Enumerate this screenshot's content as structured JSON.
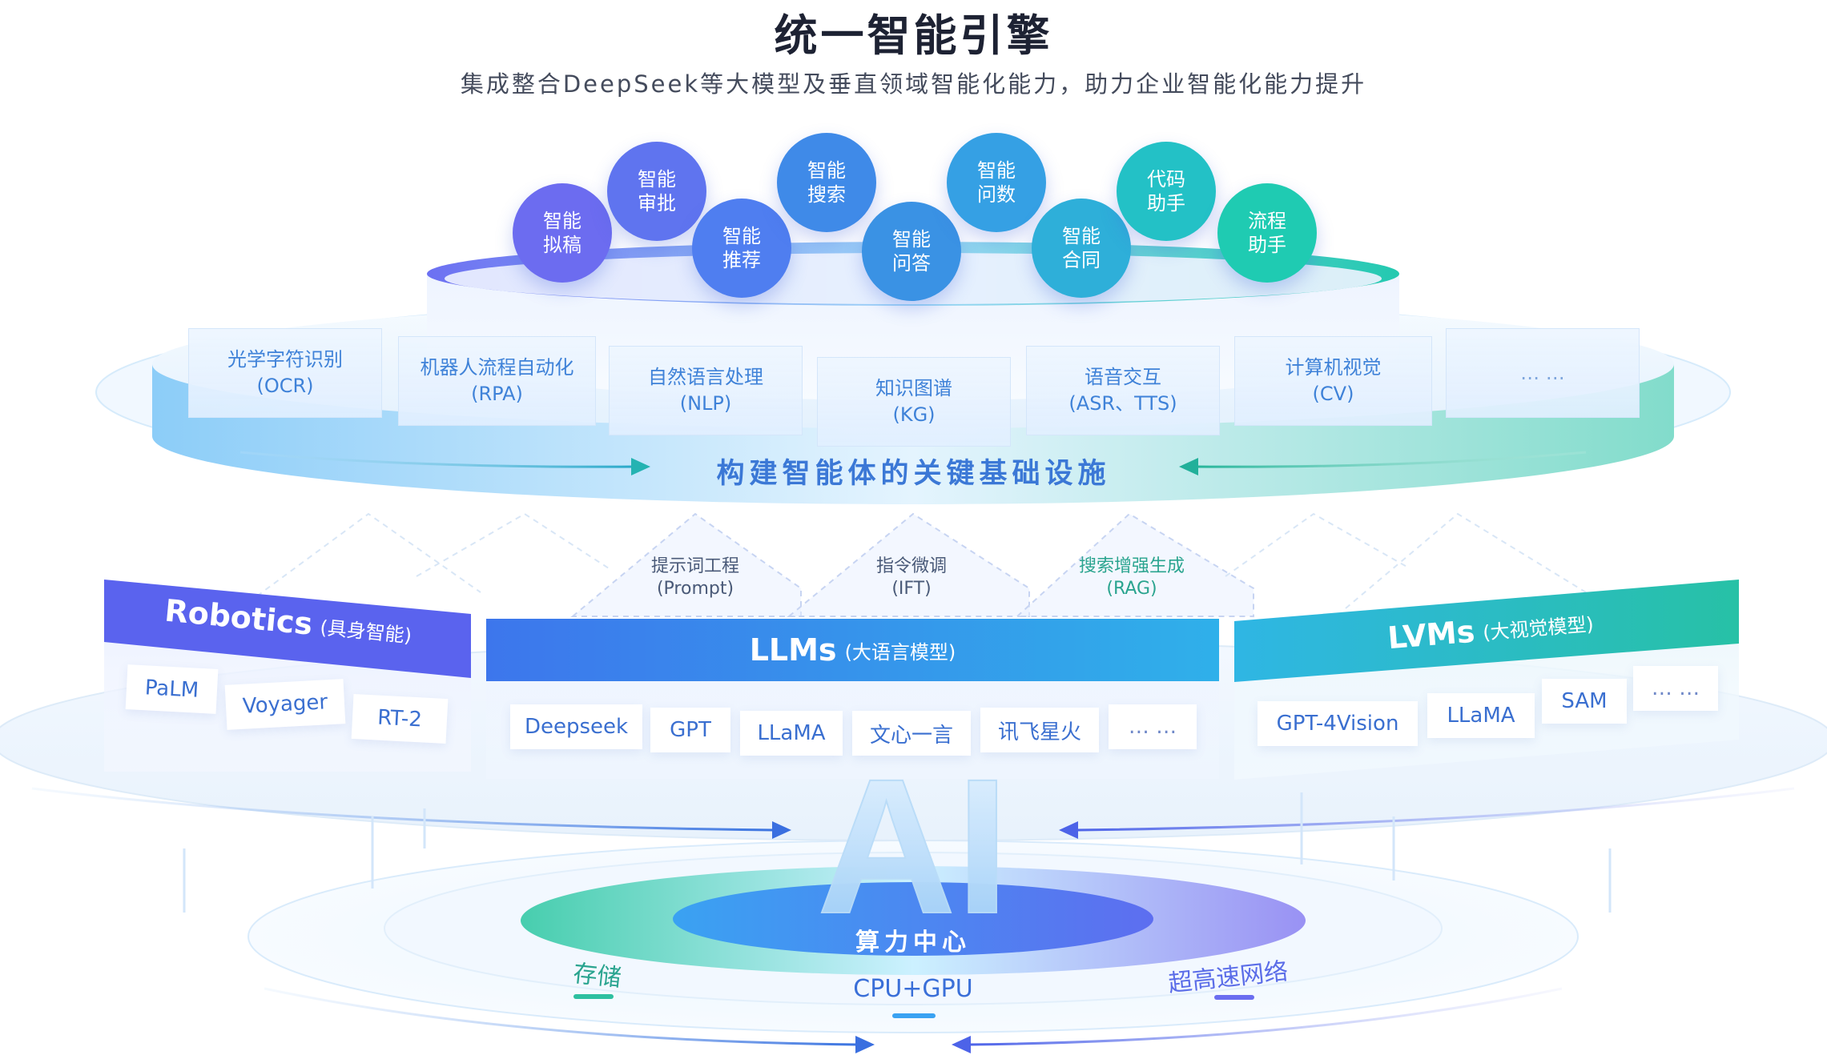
{
  "header": {
    "title": "统一智能引擎",
    "subtitle": "集成整合DeepSeek等大模型及垂直领域智能化能力，助力企业智能化能力提升"
  },
  "applications": [
    {
      "label": "智能\n拟稿",
      "color": "#6c6cf0"
    },
    {
      "label": "智能\n审批",
      "color": "#5f74ef"
    },
    {
      "label": "智能\n推荐",
      "color": "#4f7ef0"
    },
    {
      "label": "智能\n搜索",
      "color": "#3f8ae8"
    },
    {
      "label": "智能\n问答",
      "color": "#3a92e4"
    },
    {
      "label": "智能\n问数",
      "color": "#35a0e4"
    },
    {
      "label": "智能\n合同",
      "color": "#2eafd9"
    },
    {
      "label": "代码\n助手",
      "color": "#23c1c6"
    },
    {
      "label": "流程\n助手",
      "color": "#1fcbb2"
    }
  ],
  "capabilities": [
    {
      "label": "光学字符识别\n(OCR)"
    },
    {
      "label": "机器人流程自动化\n(RPA)"
    },
    {
      "label": "自然语言处理\n(NLP)"
    },
    {
      "label": "知识图谱\n(KG)"
    },
    {
      "label": "语音交互\n(ASR、TTS)"
    },
    {
      "label": "计算机视觉\n(CV)"
    },
    {
      "label": "… …"
    }
  ],
  "infrastructure": {
    "label": "构建智能体的关键基础设施"
  },
  "techniques": [
    {
      "label": "提示词工程\n(Prompt)"
    },
    {
      "label": "指令微调\n(IFT)"
    },
    {
      "label": "搜索增强生成\n(RAG)"
    }
  ],
  "panels": {
    "robotics": {
      "title": "Robotics",
      "subtitle": "(具身智能)",
      "color": "#5a63ee",
      "models": [
        "PaLM",
        "Voyager",
        "RT-2"
      ]
    },
    "llms": {
      "title": "LLMs",
      "subtitle": "(大语言模型)",
      "color": "#3d86ee",
      "models": [
        "Deepseek",
        "GPT",
        "LLaMA",
        "文心一言",
        "讯飞星火",
        "… …"
      ]
    },
    "lvms": {
      "title": "LVMs",
      "subtitle": "(大视觉模型)",
      "color": "#27bfae",
      "models": [
        "GPT-4Vision",
        "LLaMA",
        "SAM",
        "… …"
      ]
    }
  },
  "core": {
    "logo": "AI",
    "center_label": "算力中心",
    "storage_label": "存储",
    "compute_label": "CPU+GPU",
    "network_label": "超高速网络"
  }
}
